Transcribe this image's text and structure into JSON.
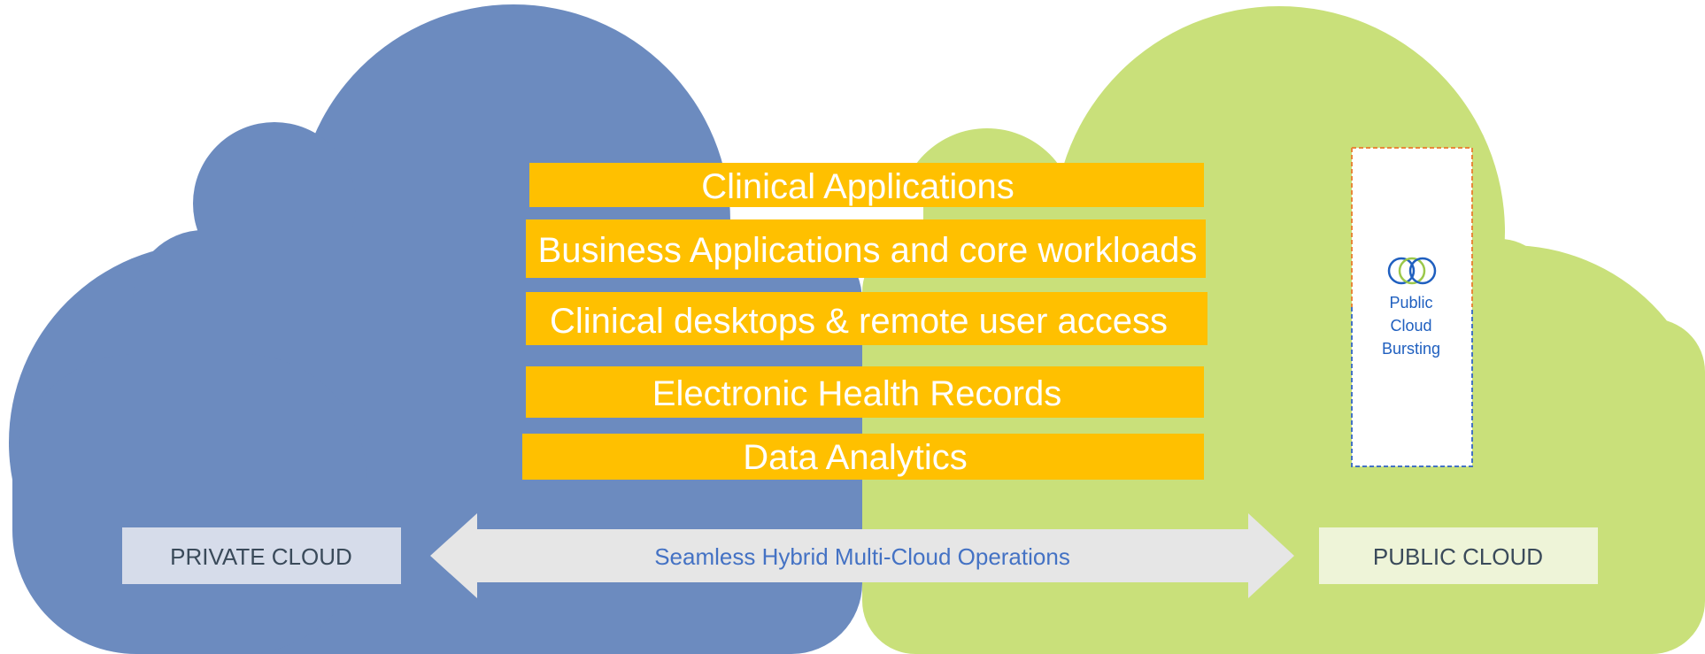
{
  "colors": {
    "private_cloud": "#6c8bbf",
    "public_cloud": "#c9e07a",
    "band": "#ffc000",
    "band_text": "#ffffff",
    "arrow": "#e6e6e6",
    "arrow_text": "#4472c4",
    "private_label_bg": "#d6dcea",
    "public_label_bg": "#eef4d8",
    "label_text": "#3a4a5a",
    "bursting_text": "#1f5fbf"
  },
  "bands": [
    "Clinical Applications",
    "Business Applications and core workloads",
    "Clinical desktops & remote user access",
    "Electronic Health Records",
    "Data Analytics"
  ],
  "private_cloud_label": "PRIVATE CLOUD",
  "public_cloud_label": "PUBLIC CLOUD",
  "arrow_label": "Seamless Hybrid Multi-Cloud Operations",
  "bursting": {
    "icon": "interlocking-rings-icon",
    "lines": [
      "Public",
      "Cloud",
      "Bursting"
    ]
  }
}
